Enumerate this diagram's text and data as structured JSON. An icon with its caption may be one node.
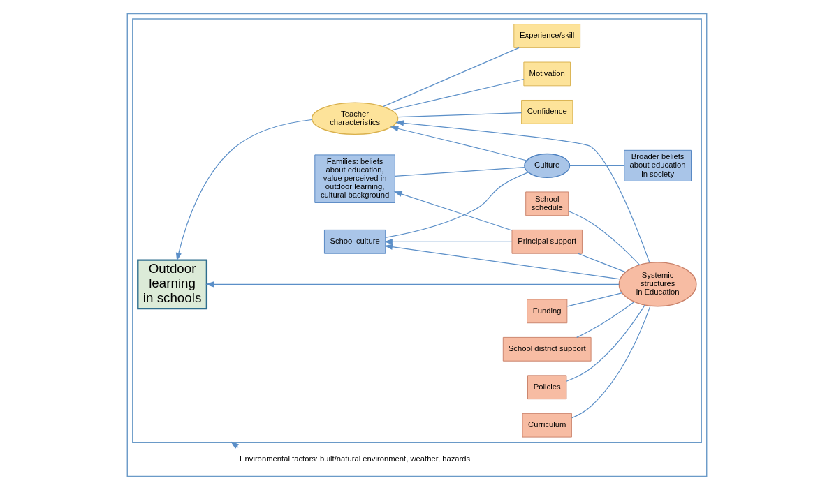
{
  "diagram": {
    "nodes": [
      {
        "text": [],
        "shape": "box"
      },
      {
        "text": [
          "Environmental factors: built/natural environment, weather, hazards"
        ],
        "in": 0
      },
      {
        "text": [],
        "shape": "box",
        "in": 0
      },
      {
        "text": [
          "Outdoor learning in schools"
        ],
        "in": 2
      },
      {
        "text": [
          "Experience/skill"
        ],
        "in": 2
      },
      {
        "text": [
          "Motivation"
        ],
        "in": 2
      },
      {
        "text": [
          "Confidence"
        ],
        "in": 2
      },
      {
        "text": [
          "Teacher characteristics"
        ],
        "in": 2
      },
      {
        "text": [
          "Broader beliefs about education in society"
        ],
        "in": 2
      },
      {
        "text": [
          "Culture"
        ],
        "in": 2
      },
      {
        "text": [
          "Families: beliefs about education, value perceived in outdoor learning, cultural background"
        ],
        "in": 2
      },
      {
        "text": [
          "Systemic structures in Education"
        ],
        "in": 2
      },
      {
        "text": [
          "School culture"
        ],
        "in": 2
      },
      {
        "text": [
          "School schedule"
        ],
        "in": 2
      },
      {
        "text": [
          "Curriculum"
        ],
        "in": 2
      },
      {
        "text": [
          "Policies"
        ],
        "in": 2
      },
      {
        "text": [
          "School district support"
        ],
        "in": 2
      },
      {
        "text": [
          "Funding"
        ],
        "in": 2
      },
      {
        "text": [
          "Principal support"
        ],
        "in": 2
      }
    ],
    "edges": [
      {
        "from": 1,
        "to": 2,
        "arrow": "to"
      },
      {
        "from": 4,
        "to": 7,
        "arrow": "none"
      },
      {
        "from": 5,
        "to": 7,
        "arrow": "none"
      },
      {
        "from": 6,
        "to": 7,
        "arrow": "none"
      },
      {
        "from": 7,
        "to": 3,
        "arrow": "to"
      },
      {
        "from": 11,
        "to": 3,
        "arrow": "to"
      },
      {
        "from": 11,
        "to": 7,
        "arrow": "to"
      },
      {
        "from": 9,
        "to": 7,
        "arrow": "to"
      },
      {
        "from": 8,
        "to": 9,
        "arrow": "none"
      },
      {
        "from": 9,
        "to": 10,
        "arrow": "none"
      },
      {
        "from": 9,
        "to": 12,
        "arrow": "none"
      },
      {
        "from": 11,
        "to": 12,
        "arrow": "to"
      },
      {
        "from": 11,
        "to": 13,
        "arrow": "none"
      },
      {
        "from": 11,
        "to": 14,
        "arrow": "none"
      },
      {
        "from": 11,
        "to": 15,
        "arrow": "none"
      },
      {
        "from": 11,
        "to": 16,
        "arrow": "none"
      },
      {
        "from": 11,
        "to": 17,
        "arrow": "none"
      },
      {
        "from": 11,
        "to": 18,
        "arrow": "none"
      },
      {
        "from": 18,
        "to": 12,
        "arrow": "to"
      },
      {
        "from": 18,
        "to": 10,
        "arrow": "to"
      }
    ]
  }
}
